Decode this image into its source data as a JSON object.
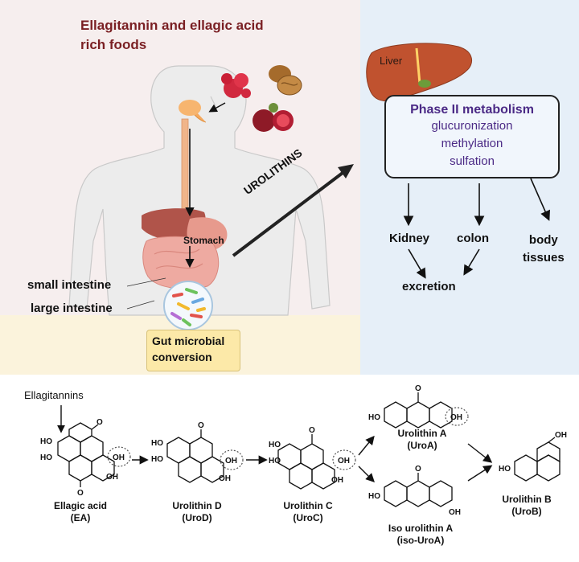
{
  "top": {
    "title_line1": "Ellagitannin and ellagic acid",
    "title_line2": "rich foods",
    "liver": "Liver",
    "phase_title": "Phase II metabolism",
    "phase_lines": [
      "glucuronization",
      "methylation",
      "sulfation"
    ],
    "urolithins": "UROLITHINS",
    "stomach": "Stomach",
    "small_intestine": "small intestine",
    "large_intestine": "large intestine",
    "gut_line1": "Gut microbial",
    "gut_line2": "conversion",
    "kidney": "Kidney",
    "colon": "colon",
    "body_line1": "body",
    "body_line2": "tissues",
    "excretion": "excretion"
  },
  "pathway": {
    "source": "Ellagitannins",
    "atoms": {
      "oh": "OH",
      "ho": "HO",
      "o": "O"
    },
    "compounds": [
      {
        "name": "Ellagic acid",
        "abbr": "(EA)"
      },
      {
        "name": "Urolithin D",
        "abbr": "(UroD)"
      },
      {
        "name": "Urolithin C",
        "abbr": "(UroC)"
      },
      {
        "name": "Urolithin A",
        "abbr": "(UroA)"
      },
      {
        "name": "Iso urolithin A",
        "abbr": "(iso-UroA)"
      },
      {
        "name": "Urolithin B",
        "abbr": "(UroB)"
      }
    ]
  },
  "colors": {
    "title": "#7a1f23",
    "phase": "#4b2a86",
    "left_panel": "#f6eeee",
    "right_panel": "#e6eff8",
    "gut_box": "#fce9a8"
  }
}
